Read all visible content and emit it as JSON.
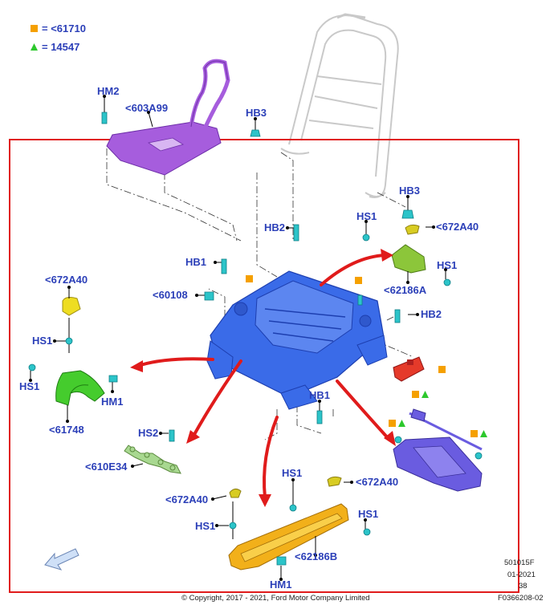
{
  "legend": {
    "square_text": "= <61710",
    "triangle_text": "= 14547",
    "square_color": "#f5a000",
    "triangle_color": "#2dc82d"
  },
  "labels": {
    "hm2": "HM2",
    "p603a99": "<603A99",
    "hb3_top": "HB3",
    "hb3_right": "HB3",
    "hs1_tr": "HS1",
    "p672a40_tr": "<672A40",
    "hb2_top": "HB2",
    "hs1_tr2": "HS1",
    "p62186a": "<62186A",
    "hb1_left": "HB1",
    "p60108": "<60108",
    "p672a40_left": "<672A40",
    "hs1_left1": "HS1",
    "hs1_left2": "HS1",
    "hm1_left": "HM1",
    "p61748": "<61748",
    "hb2_right": "HB2",
    "hb1_mid": "HB1",
    "hs2": "HS2",
    "p610e34": "<610E34",
    "hs1_bot": "HS1",
    "p672a40_bot": "<672A40",
    "p672a40_botleft": "<672A40",
    "hs1_botright": "HS1",
    "hs1_botleft": "HS1",
    "p62186b": "<62186B",
    "hm1_bot": "HM1"
  },
  "footer": {
    "copyright": "© Copyright, 2017 - 2021, Ford Motor Company Limited",
    "ref_code": "501015F",
    "date": "01-2021",
    "page": "38",
    "figure_id": "F0366208-02"
  },
  "colors": {
    "frame_border": "#e01b1b",
    "arrow_red": "#e01b1b",
    "label_blue": "#2b3fb8",
    "frame_blue": "#3366e0",
    "purple_pad": "#9a4fd8",
    "green_cover": "#3fc82a",
    "yellow_trim": "#f0b818",
    "cyan_clip": "#2cc4c9"
  }
}
